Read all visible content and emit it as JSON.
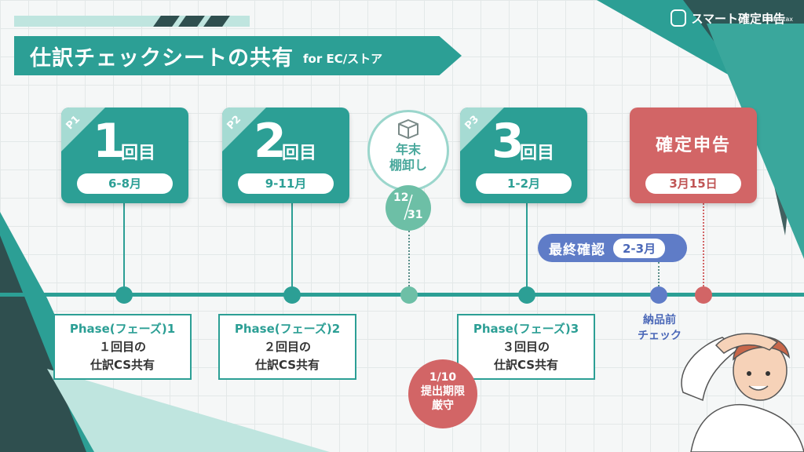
{
  "brand": {
    "name": "スマート確定申告",
    "sub": "smart-tax"
  },
  "title": {
    "main": "仕訳チェックシートの共有",
    "sub": "for EC/ストア"
  },
  "cards": [
    {
      "tag": "P1",
      "num": "1",
      "kai": "回目",
      "period": "6-8月"
    },
    {
      "tag": "P2",
      "num": "2",
      "kai": "回目",
      "period": "9-11月"
    },
    {
      "tag": "P3",
      "num": "3",
      "kai": "回目",
      "period": "1-2月"
    }
  ],
  "final": {
    "title": "確定申告",
    "date": "3月15日"
  },
  "inventory": {
    "line1": "年末",
    "line2": "棚卸し",
    "month": "12",
    "day": "31"
  },
  "phases": [
    {
      "title": "Phase(フェーズ)1",
      "line2": "１回目の",
      "line3": "仕訳CS共有"
    },
    {
      "title": "Phase(フェーズ)2",
      "line2": "２回目の",
      "line3": "仕訳CS共有"
    },
    {
      "title": "Phase(フェーズ)3",
      "line2": "３回目の",
      "line3": "仕訳CS共有"
    }
  ],
  "final_check": {
    "label": "最終確認",
    "period": "2-3月"
  },
  "pre_delivery": {
    "line1": "納品前",
    "line2": "チェック"
  },
  "deadline": {
    "line1": "1/10",
    "line2": "提出期限",
    "line3": "厳守"
  },
  "colors": {
    "teal": "#2c9f95",
    "red": "#d26566",
    "blue": "#5f7cc7",
    "green": "#6dbfa6"
  }
}
